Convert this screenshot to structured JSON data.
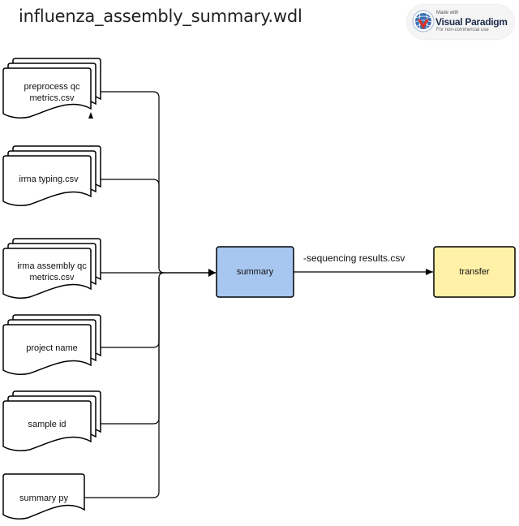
{
  "title": "influenza_assembly_summary.wdl",
  "badge": {
    "made_with": "Made with",
    "brand": "Visual Paradigm",
    "note": "For non-commercial use"
  },
  "inputs": [
    {
      "id": "preprocess-qc-metrics",
      "line1": "preprocess qc",
      "line2": "metrics.csv",
      "stacked": true
    },
    {
      "id": "irma-typing",
      "line1": "irma typing.csv",
      "line2": "",
      "stacked": true
    },
    {
      "id": "irma-assembly-qc-metrics",
      "line1": "irma assembly qc",
      "line2": "metrics.csv",
      "stacked": true
    },
    {
      "id": "project-name",
      "line1": "project name",
      "line2": "",
      "stacked": true
    },
    {
      "id": "sample-id",
      "line1": "sample id",
      "line2": "",
      "stacked": true
    },
    {
      "id": "summary-py",
      "line1": "summary py",
      "line2": "",
      "stacked": false
    }
  ],
  "summary_task": {
    "label": "summary",
    "color": "#a7c7f0"
  },
  "transfer_task": {
    "label": "transfer",
    "color": "#fff1a8"
  },
  "edge_label": "-sequencing results.csv"
}
